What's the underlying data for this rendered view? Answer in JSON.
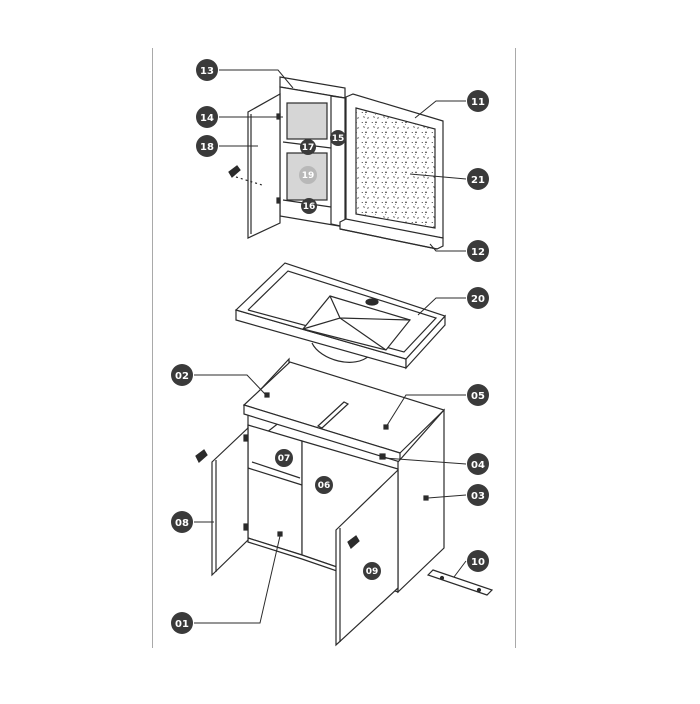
{
  "diagram": {
    "colors": {
      "line": "#2b2b2b",
      "badge_fill": "#3a3a3a",
      "badge_text": "#ffffff",
      "panel_fill": "#ffffff",
      "gray_fill": "#d6d6d6",
      "speckle": "#3a3a3a",
      "frame": "#a9a9a9"
    },
    "callouts": [
      {
        "id": "c13",
        "label": "13"
      },
      {
        "id": "c14",
        "label": "14"
      },
      {
        "id": "c18",
        "label": "18"
      },
      {
        "id": "c11",
        "label": "11"
      },
      {
        "id": "c21",
        "label": "21"
      },
      {
        "id": "c12",
        "label": "12"
      },
      {
        "id": "c20",
        "label": "20"
      },
      {
        "id": "c02",
        "label": "02"
      },
      {
        "id": "c05",
        "label": "05"
      },
      {
        "id": "c04",
        "label": "04"
      },
      {
        "id": "c03",
        "label": "03"
      },
      {
        "id": "c08",
        "label": "08"
      },
      {
        "id": "c10",
        "label": "10"
      },
      {
        "id": "c01",
        "label": "01"
      }
    ],
    "inline_labels": [
      {
        "id": "i15",
        "label": "15"
      },
      {
        "id": "i17",
        "label": "17"
      },
      {
        "id": "i19",
        "label": "19"
      },
      {
        "id": "i16",
        "label": "16"
      },
      {
        "id": "i07",
        "label": "07"
      },
      {
        "id": "i06",
        "label": "06"
      },
      {
        "id": "i09",
        "label": "09"
      }
    ]
  }
}
